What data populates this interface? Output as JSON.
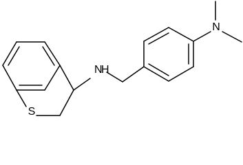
{
  "molecule": {
    "atoms": {
      "sulfur": "S",
      "amine_nitrogen": "N",
      "amine_hydrogen": "H",
      "dimethylamino_nitrogen": "N"
    }
  }
}
